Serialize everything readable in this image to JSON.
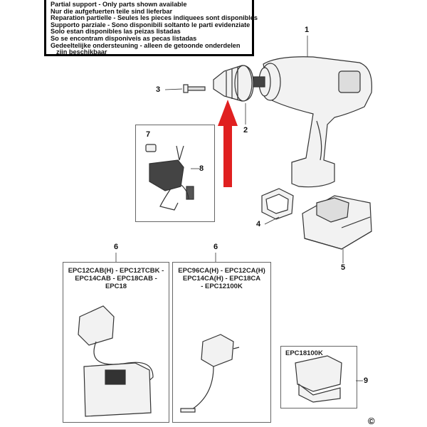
{
  "notice": {
    "lines": [
      "Partial support - Only parts shown available",
      "Nur die aufgefuerten teile sind lieferbar",
      "Reparation partielle - Seules les pieces indiquees sont disponibles",
      "Supporto parziale - Sono disponibili soltanto le parti evidenziate",
      "Solo estan disponibles las peizas listadas",
      "So se encontram disponiveis as pecas listadas",
      "Gedeeltelijke ondersteuning - alleen de getoonde onderdelen",
      "zijn beschikbaar"
    ]
  },
  "part_numbers": {
    "p1": "1",
    "p2": "2",
    "p3": "3",
    "p4": "4",
    "p5": "5",
    "p6a": "6",
    "p6b": "6",
    "p7": "7",
    "p8": "8",
    "p9": "9"
  },
  "charger_boxes": {
    "left_title": [
      "EPC12CAB(H) - EPC12TCBK -",
      "EPC14CAB - EPC18CAB - EPC18"
    ],
    "middle_title": [
      "EPC96CA(H) - EPC12CA(H)",
      "EPC14CA(H) - EPC18CA",
      "- EPC12100K"
    ]
  },
  "case_box": {
    "title": "EPC18100K"
  },
  "copyright": "©",
  "colors": {
    "arrow": "#e02020",
    "line": "#333333",
    "body": "#f2f2f2"
  }
}
